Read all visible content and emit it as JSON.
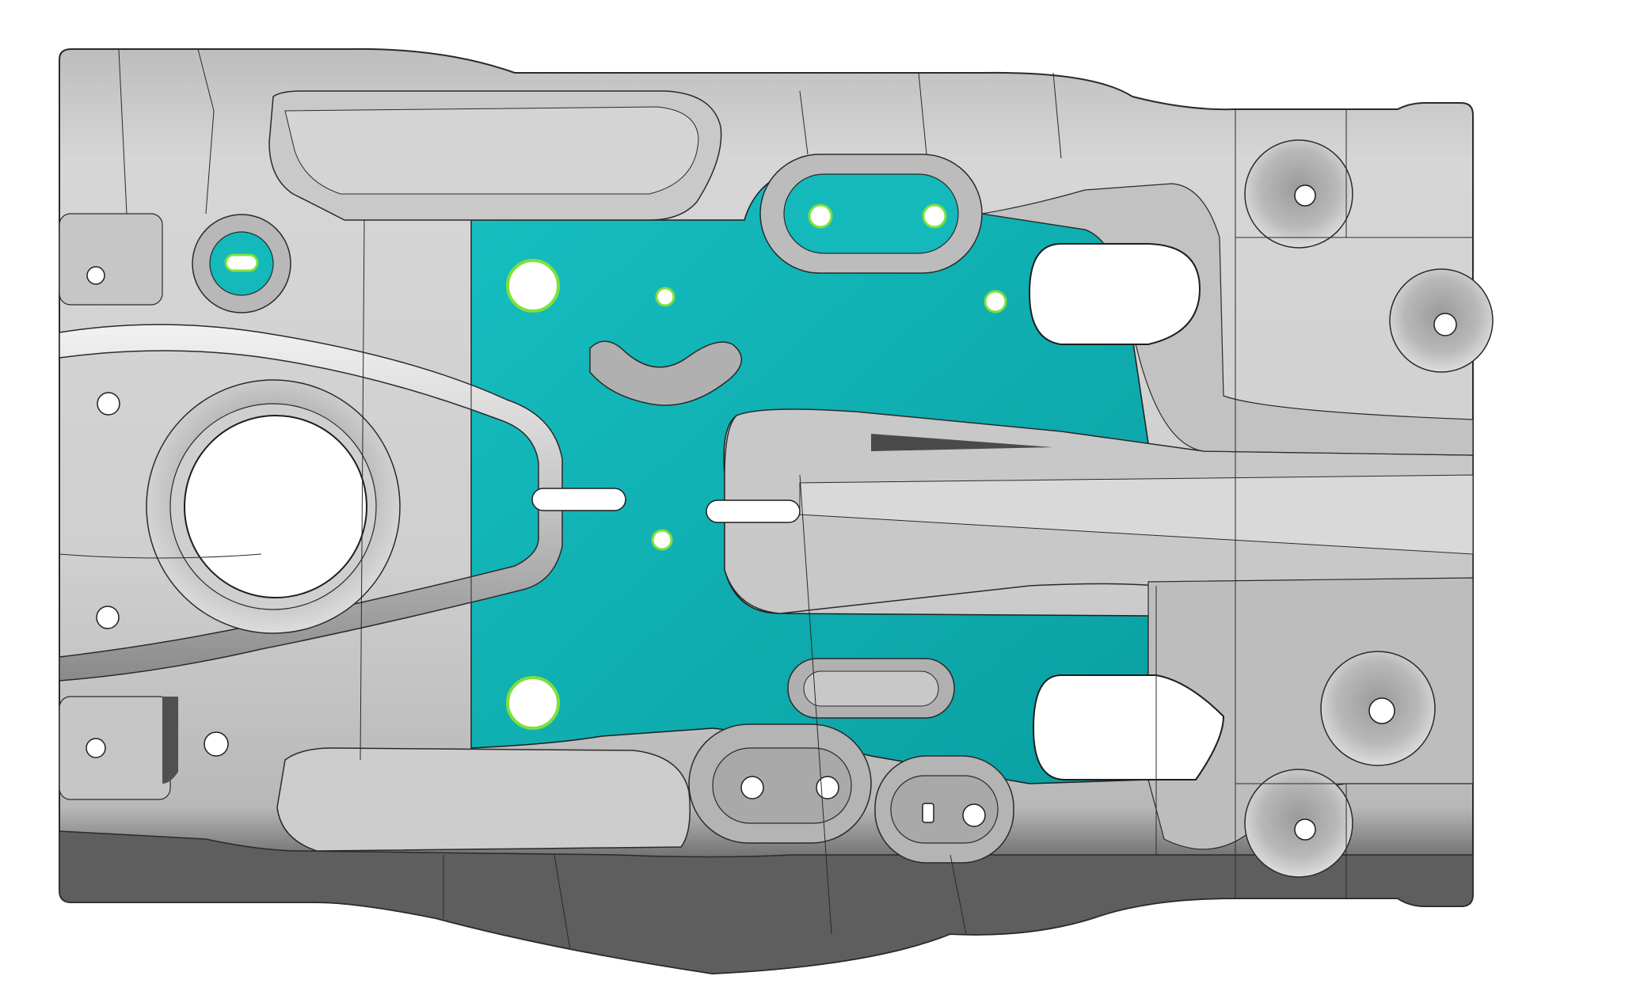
{
  "colors": {
    "background": "#ffffff",
    "part_light": "#d2d2d2",
    "part_mid": "#a8a8a8",
    "part_dark": "#646464",
    "highlight_face": "#12b6b8",
    "highlight_face_dark": "#0aa3a5",
    "hole_ring": "#7ee03a",
    "edge_line": "#1e1e1e"
  },
  "icons": {
    "part": "stamped-sheet-metal-part",
    "selected_face": "highlighted-flat-face",
    "hole": "round-hole",
    "slot": "elongated-slot"
  }
}
